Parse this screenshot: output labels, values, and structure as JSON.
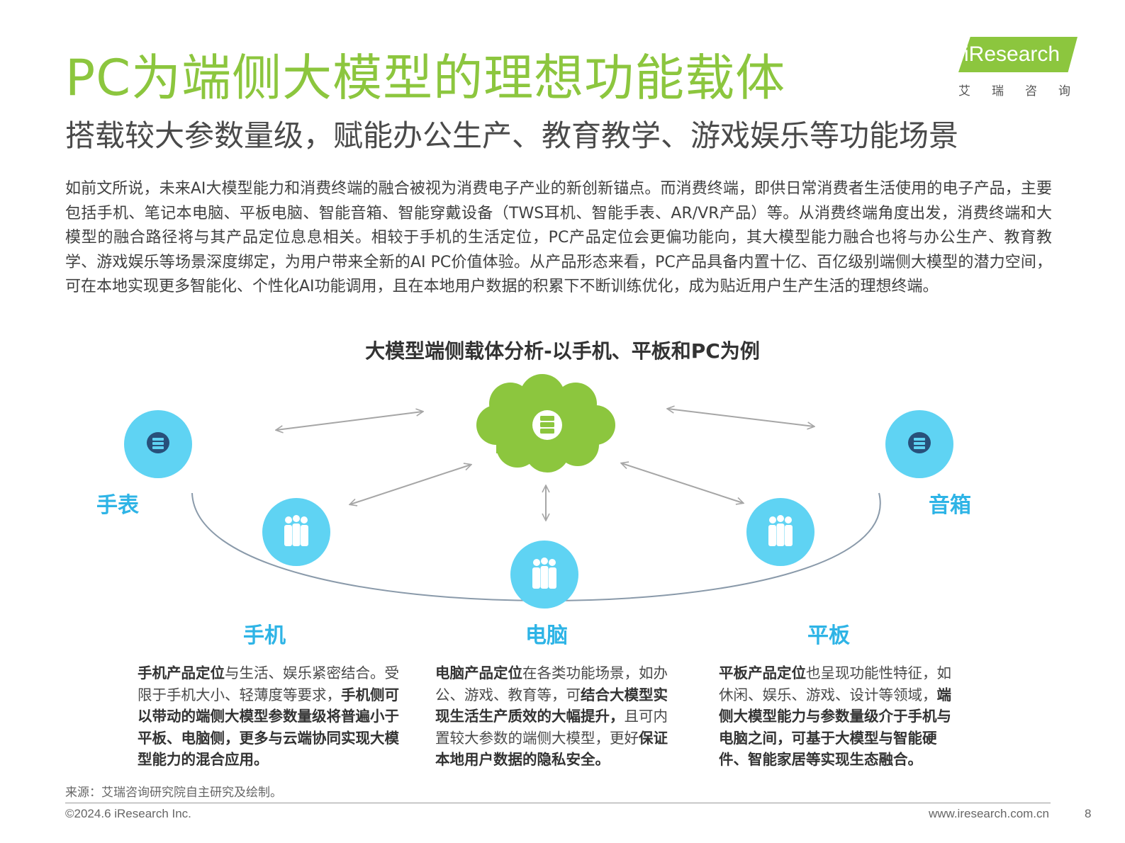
{
  "header": {
    "title": "PC为端侧大模型的理想功能载体",
    "subtitle": "搭载较大参数量级，赋能办公生产、教育教学、游戏娱乐等功能场景",
    "logo_word": "iResearch",
    "logo_cn": "艾瑞咨询"
  },
  "intro": "如前文所说，未来AI大模型能力和消费终端的融合被视为消费电子产业的新创新锚点。而消费终端，即供日常消费者生活使用的电子产品，主要包括手机、笔记本电脑、平板电脑、智能音箱、智能穿戴设备（TWS耳机、智能手表、AR/VR产品）等。从消费终端角度出发，消费终端和大模型的融合路径将与其产品定位息息相关。相较于手机的生活定位，PC产品定位会更偏功能向，其大模型能力融合也将与办公生产、教育教学、游戏娱乐等场景深度绑定，为用户带来全新的AI PC价值体验。从产品形态来看，PC产品具备内置十亿、百亿级别端侧大模型的潜力空间，可在本地实现更多智能化、个性化AI功能调用，且在本地用户数据的积累下不断训练优化，成为贴近用户生产生活的理想终端。",
  "diagram": {
    "title": "大模型端侧载体分析-以手机、平板和PC为例",
    "labels": {
      "watch": "手表",
      "speaker": "音箱",
      "phone": "手机",
      "pc": "电脑",
      "tablet": "平板"
    },
    "colors": {
      "cloud": "#8cc63e",
      "circle": "#5fd3f3",
      "label": "#2eb4e6",
      "arrow": "#a6a6a6",
      "arc": "#8a9aaa"
    },
    "icons": {
      "cloud": "cloud-server-icon",
      "watch": "cloud-server-icon",
      "speaker": "cloud-server-icon",
      "phone": "people-group-icon",
      "pc": "people-group-icon",
      "tablet": "people-group-icon"
    }
  },
  "descriptions": {
    "phone": {
      "b1": "手机产品定位",
      "t1": "与生活、娱乐紧密结合。受限于手机大小、轻薄度等要求，",
      "b2": "手机侧可以带动的端侧大模型参数量级将普遍小于平板、电脑侧，更多与云端协同实现大模型能力的混合应用。"
    },
    "pc": {
      "b1": "电脑产品定位",
      "t1": "在各类功能场景，如办公、游戏、教育等，可",
      "b2": "结合大模型实现生活生产质效的大幅提升，",
      "t2": "且可内置较大参数的端侧大模型，更好",
      "b3": "保证本地用户数据的隐私安全。"
    },
    "tablet": {
      "b1": "平板产品定位",
      "t1": "也呈现功能性特征，如休闲、娱乐、游戏、设计等领域，",
      "b2": "端侧大模型能力与参数量级介于手机与电脑之间，可基于大模型与智能硬件、智能家居等实现生态融合。"
    }
  },
  "footer": {
    "source": "来源：艾瑞咨询研究院自主研究及绘制。",
    "copyright": "©2024.6 iResearch Inc.",
    "website": "www.iresearch.com.cn",
    "page": "8"
  }
}
